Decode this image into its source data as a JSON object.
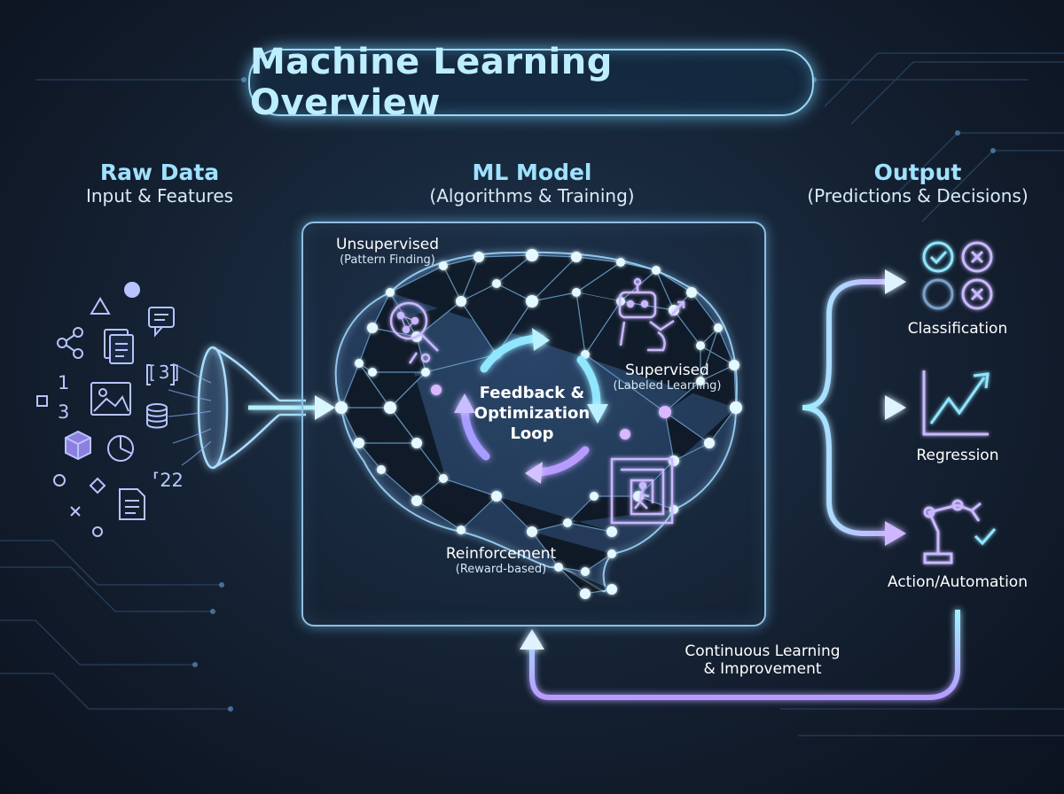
{
  "title": "Machine Learning Overview",
  "columns": {
    "raw_data": {
      "heading": "Raw Data",
      "subheading": "Input & Features"
    },
    "model": {
      "heading": "ML Model",
      "subheading": "(Algorithms & Training)"
    },
    "output": {
      "heading": "Output",
      "subheading": "(Predictions & Decisions)"
    }
  },
  "raw_data_glyphs": {
    "one": "1",
    "three": "3",
    "bracket_three": "[3]",
    "twenty_two": "⸢22"
  },
  "model": {
    "unsupervised": {
      "label": "Unsupervised",
      "sublabel": "(Pattern Finding)"
    },
    "supervised": {
      "label": "Supervised",
      "sublabel": "(Labeled Learning)"
    },
    "reinforcement": {
      "label": "Reinforcement",
      "sublabel": "(Reward-based)"
    },
    "loop": {
      "line1": "Feedback &",
      "line2": "Optimization",
      "line3": "Loop"
    }
  },
  "outputs": {
    "classification": "Classification",
    "regression": "Regression",
    "action": "Action/Automation"
  },
  "feedback": {
    "line1": "Continuous Learning",
    "line2": "& Improvement"
  },
  "colors": {
    "background": "#162436",
    "glow_cyan": "#8fe6ff",
    "glow_violet": "#b79cff",
    "node": "#dff8ff"
  }
}
